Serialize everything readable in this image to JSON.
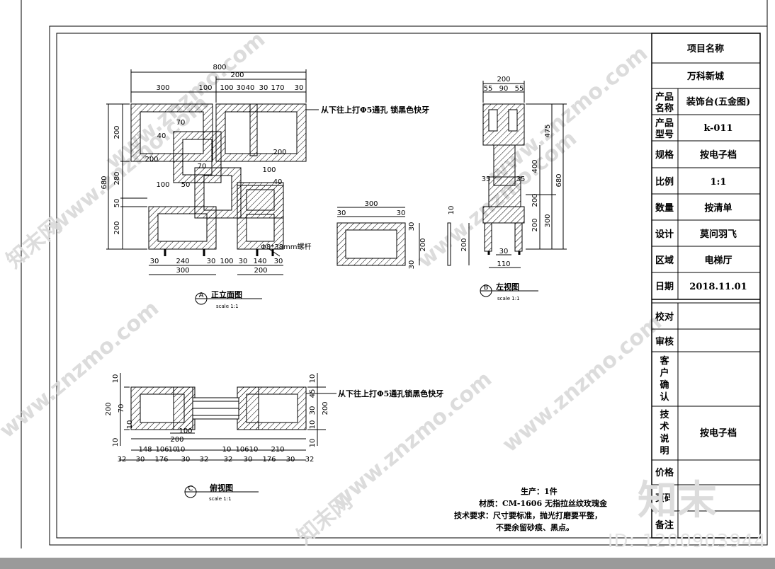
{
  "title_block": {
    "project_label": "项目名称",
    "project_value": "万科新城",
    "rows": [
      {
        "label": "产品名称",
        "value": "装饰台(五金图)"
      },
      {
        "label": "产品型号",
        "value": "k-011"
      },
      {
        "label": "规格",
        "value": "按电子档"
      },
      {
        "label": "比例",
        "value": "1:1"
      },
      {
        "label": "数量",
        "value": "按清单"
      },
      {
        "label": "设计",
        "value": "莫问羽飞"
      },
      {
        "label": "区域",
        "value": "电梯厅"
      },
      {
        "label": "日期",
        "value": "2018.11.01"
      },
      {
        "label": "校对",
        "value": ""
      },
      {
        "label": "审核",
        "value": ""
      },
      {
        "label": "客户确认",
        "value": ""
      },
      {
        "label": "技术说明",
        "value": "按电子档"
      },
      {
        "label": "价格",
        "value": ""
      },
      {
        "label": "页码",
        "value": ""
      },
      {
        "label": "备注",
        "value": ""
      }
    ]
  },
  "views": {
    "front": {
      "tag": "A",
      "title": "正立面图",
      "scale": "scale 1:1"
    },
    "side": {
      "tag": "B",
      "title": "左视图",
      "scale": "scale 1:1"
    },
    "top": {
      "tag": "C",
      "title": "俯视图",
      "scale": "scale 1:1"
    }
  },
  "annotations": {
    "front_hole_note": "从下往上打Φ5通孔 锁黑色快牙",
    "front_rod_note": "Φ8*38mm螺杆",
    "top_hole_note": "从下往上打Φ5通孔锁黑色快牙"
  },
  "notes": {
    "production": "生产：1件",
    "material": "材质：CM-1606 无指拉丝纹玫瑰金",
    "tech_1": "技术要求：尺寸要标准，抛光打磨要平整，",
    "tech_2": "不要余留砂痕、黑点。"
  },
  "dims": {
    "front_top": [
      "800",
      "200",
      "300",
      "100",
      "100",
      "30",
      "40",
      "30",
      "170",
      "30"
    ],
    "front_left": [
      "680",
      "200",
      "280",
      "50",
      "200"
    ],
    "front_inner": [
      "70",
      "40",
      "200",
      "70",
      "100",
      "200",
      "100",
      "50",
      "40"
    ],
    "front_bottom": [
      "30",
      "240",
      "30",
      "300",
      "100",
      "30",
      "140",
      "30",
      "200"
    ],
    "section": [
      "300",
      "30",
      "30",
      "200",
      "30",
      "30",
      "10"
    ],
    "side_top": [
      "200",
      "55",
      "90",
      "55"
    ],
    "side_right": [
      "475",
      "680",
      "400",
      "200",
      "300",
      "200"
    ],
    "side_bottom": [
      "35",
      "35",
      "30",
      "110",
      "200"
    ],
    "top_left": [
      "200",
      "10",
      "10",
      "70",
      "10"
    ],
    "top_right": [
      "10",
      "45",
      "30",
      "200",
      "10",
      "10"
    ],
    "top_bottom": [
      "100",
      "200",
      "148",
      "106",
      "10",
      "10",
      "10",
      "106",
      "10",
      "210",
      "32",
      "30",
      "176",
      "30",
      "32",
      "32",
      "30",
      "176",
      "30",
      "32"
    ]
  },
  "watermarks": {
    "logo": "知末",
    "id": "ID: 1200903944",
    "site": "www.znzmo.com",
    "brand": "知末网"
  }
}
